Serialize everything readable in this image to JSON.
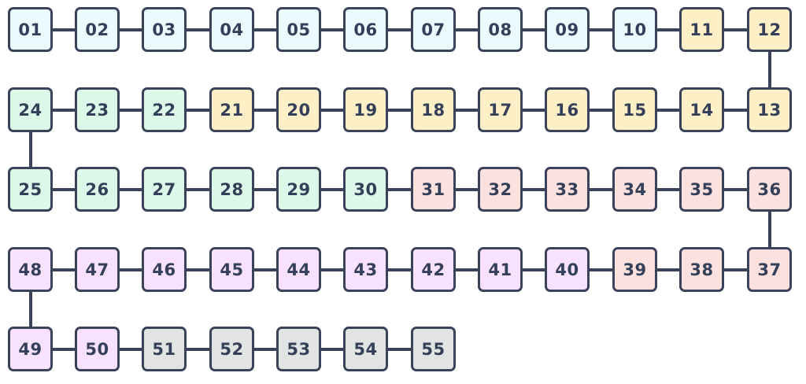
{
  "palette": {
    "blue": "#eafbfd",
    "yellow": "#fdefc6",
    "green": "#dcf8e9",
    "red": "#fde1de",
    "purple": "#f7e1fc",
    "gray": "#e2e4e3",
    "border": "#3a4359",
    "text": "#34405a"
  },
  "rows": [
    {
      "direction": "ltr",
      "tiles": [
        {
          "label": "01",
          "color": "blue"
        },
        {
          "label": "02",
          "color": "blue"
        },
        {
          "label": "03",
          "color": "blue"
        },
        {
          "label": "04",
          "color": "blue"
        },
        {
          "label": "05",
          "color": "blue"
        },
        {
          "label": "06",
          "color": "blue"
        },
        {
          "label": "07",
          "color": "blue"
        },
        {
          "label": "08",
          "color": "blue"
        },
        {
          "label": "09",
          "color": "blue"
        },
        {
          "label": "10",
          "color": "blue"
        },
        {
          "label": "11",
          "color": "yellow"
        },
        {
          "label": "12",
          "color": "yellow"
        }
      ]
    },
    {
      "direction": "rtl",
      "tiles": [
        {
          "label": "13",
          "color": "yellow"
        },
        {
          "label": "14",
          "color": "yellow"
        },
        {
          "label": "15",
          "color": "yellow"
        },
        {
          "label": "16",
          "color": "yellow"
        },
        {
          "label": "17",
          "color": "yellow"
        },
        {
          "label": "18",
          "color": "yellow"
        },
        {
          "label": "19",
          "color": "yellow"
        },
        {
          "label": "20",
          "color": "yellow"
        },
        {
          "label": "21",
          "color": "yellow"
        },
        {
          "label": "22",
          "color": "green"
        },
        {
          "label": "23",
          "color": "green"
        },
        {
          "label": "24",
          "color": "green"
        }
      ]
    },
    {
      "direction": "ltr",
      "tiles": [
        {
          "label": "25",
          "color": "green"
        },
        {
          "label": "26",
          "color": "green"
        },
        {
          "label": "27",
          "color": "green"
        },
        {
          "label": "28",
          "color": "green"
        },
        {
          "label": "29",
          "color": "green"
        },
        {
          "label": "30",
          "color": "green"
        },
        {
          "label": "31",
          "color": "red"
        },
        {
          "label": "32",
          "color": "red"
        },
        {
          "label": "33",
          "color": "red"
        },
        {
          "label": "34",
          "color": "red"
        },
        {
          "label": "35",
          "color": "red"
        },
        {
          "label": "36",
          "color": "red"
        }
      ]
    },
    {
      "direction": "rtl",
      "tiles": [
        {
          "label": "37",
          "color": "red"
        },
        {
          "label": "38",
          "color": "red"
        },
        {
          "label": "39",
          "color": "red"
        },
        {
          "label": "40",
          "color": "purple"
        },
        {
          "label": "41",
          "color": "purple"
        },
        {
          "label": "42",
          "color": "purple"
        },
        {
          "label": "43",
          "color": "purple"
        },
        {
          "label": "44",
          "color": "purple"
        },
        {
          "label": "45",
          "color": "purple"
        },
        {
          "label": "46",
          "color": "purple"
        },
        {
          "label": "47",
          "color": "purple"
        },
        {
          "label": "48",
          "color": "purple"
        }
      ]
    },
    {
      "direction": "ltr",
      "tiles": [
        {
          "label": "49",
          "color": "purple"
        },
        {
          "label": "50",
          "color": "purple"
        },
        {
          "label": "51",
          "color": "gray"
        },
        {
          "label": "52",
          "color": "gray"
        },
        {
          "label": "53",
          "color": "gray"
        },
        {
          "label": "54",
          "color": "gray"
        },
        {
          "label": "55",
          "color": "gray"
        }
      ]
    }
  ]
}
